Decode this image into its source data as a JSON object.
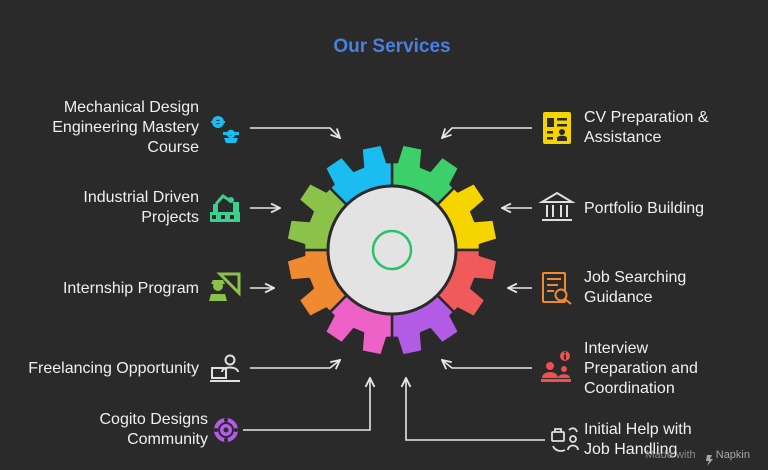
{
  "title": "Our Services",
  "services": {
    "mechanical": {
      "label": "Mechanical Design\nEngineering Mastery\nCourse",
      "color": "#1bbcf0",
      "icon": "gear-wrench-icon"
    },
    "industrial": {
      "label": "Industrial Driven\nProjects",
      "color": "#3ccf8e",
      "icon": "robot-arm-factory-icon"
    },
    "internship": {
      "label": "Internship Program",
      "color": "#8bc34a",
      "icon": "worker-triangle-ruler-icon"
    },
    "freelancing": {
      "label": "Freelancing Opportunity",
      "color": "#e0e0e0",
      "icon": "laptop-user-icon"
    },
    "community": {
      "label": "Cogito Designs\nCommunity",
      "color": "#b45ce8",
      "icon": "community-circle-icon"
    },
    "cv": {
      "label": "CV Preparation &\nAssistance",
      "color": "#f5d400",
      "icon": "resume-document-icon"
    },
    "portfolio": {
      "label": "Portfolio Building",
      "color": "#e0e0e0",
      "icon": "institution-building-icon"
    },
    "job_search": {
      "label": "Job Searching\nGuidance",
      "color": "#f08a30",
      "icon": "document-search-icon"
    },
    "interview": {
      "label": "Interview\nPreparation and\nCoordination",
      "color": "#f05050",
      "icon": "interview-people-icon"
    },
    "job_help": {
      "label": "Initial Help with\nJob Handling",
      "color": "#e0e0e0",
      "icon": "briefcase-handover-icon"
    }
  },
  "gear_colors": [
    "#3ccf6a",
    "#f5d400",
    "#f05a5a",
    "#b25ce6",
    "#ee62c8",
    "#f08a30",
    "#8bc34a",
    "#1bbcf0"
  ],
  "watermark": {
    "prefix": "Made with",
    "brand": "Napkin"
  }
}
